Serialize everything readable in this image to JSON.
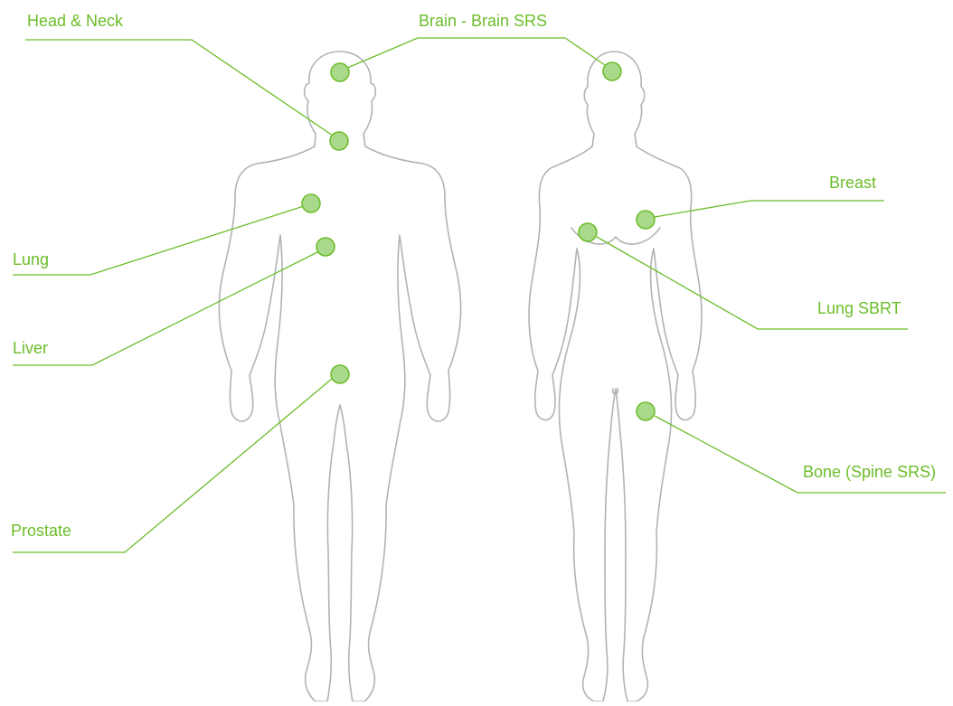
{
  "labels": {
    "head_neck": "Head & Neck",
    "brain": "Brain - Brain SRS",
    "lung": "Lung",
    "liver": "Liver",
    "prostate": "Prostate",
    "breast": "Breast",
    "lung_sbrt": "Lung SBRT",
    "bone": "Bone (Spine SRS)"
  },
  "colors": {
    "accent": "#6cbd2a",
    "marker_fill": "#a9d98a",
    "silhouette": "#b3b3b3",
    "background": "#ffffff"
  }
}
